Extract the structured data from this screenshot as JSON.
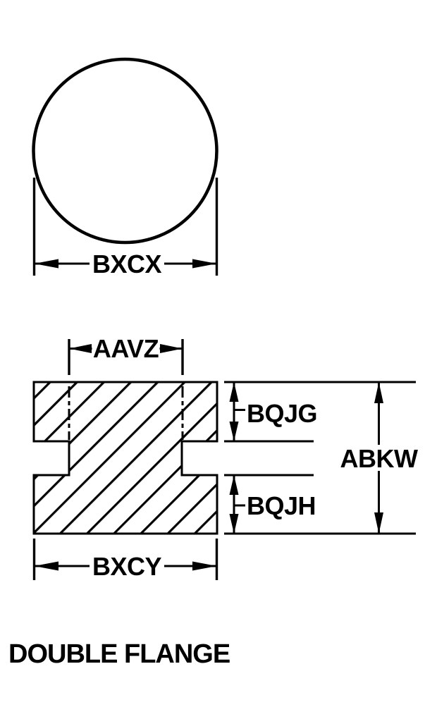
{
  "title": "DOUBLE FLANGE",
  "colors": {
    "ink": "#000000",
    "paper": "#ffffff"
  },
  "views": {
    "top_view": {
      "shape": "circle-outline",
      "diameter_label": "BXCX"
    },
    "section_view": {
      "shape": "double-flange-cross-section-hatched",
      "hub_width_label": "AAVZ",
      "overall_width_label": "BXCY",
      "top_flange_label": "BQJG",
      "bottom_flange_label": "BQJH",
      "overall_height_label": "ABKW"
    }
  }
}
